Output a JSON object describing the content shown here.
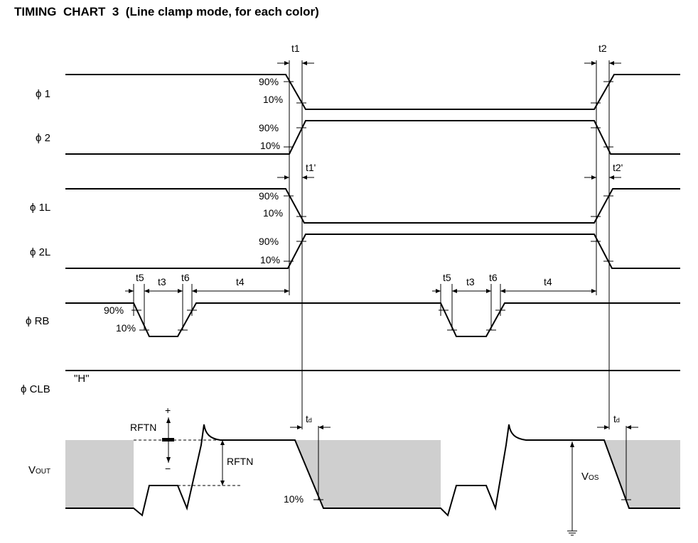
{
  "title": "TIMING  CHART  3  (Line clamp mode, for each color)",
  "signals": {
    "phi1": "ϕ 1",
    "phi2": "ϕ 2",
    "phi1l": "ϕ 1L",
    "phi2l": "ϕ 2L",
    "phirb": "ϕ RB",
    "phiclb": "ϕ CLB",
    "vout_main": "V",
    "vout_sub": "OUT"
  },
  "percent": {
    "p90": "90%",
    "p10": "10%"
  },
  "timing": {
    "t1": "t1",
    "t2": "t2",
    "t1p": "t1'",
    "t2p": "t2'",
    "t3": "t3",
    "t4": "t4",
    "t5": "t5",
    "t6": "t6",
    "td_main": "t",
    "td_sub": "d"
  },
  "annotations": {
    "h_level": "\"H\"",
    "rftn": "RFTN",
    "plus": "+",
    "minus": "−",
    "vos_main": "V",
    "vos_sub": "OS"
  }
}
